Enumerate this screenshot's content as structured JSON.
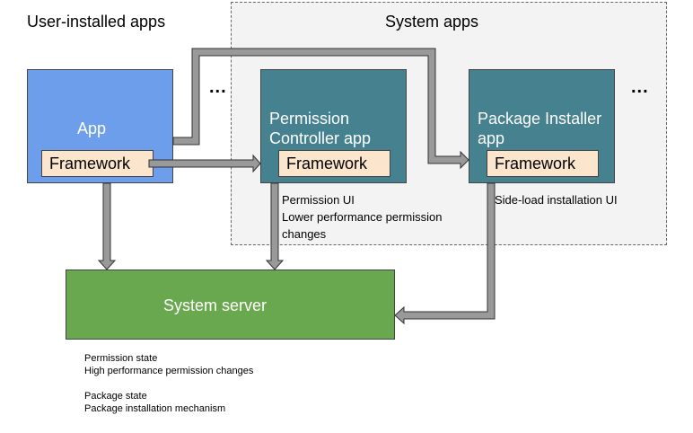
{
  "sections": {
    "user_installed_title": "User-installed apps",
    "system_apps_title": "System apps"
  },
  "boxes": {
    "app_label": "App",
    "permission_controller_label_line1": "Permission",
    "permission_controller_label_line2": "Controller app",
    "package_installer_label_line1": "Package Installer",
    "package_installer_label_line2": "app",
    "system_server_label": "System server"
  },
  "framework_label": "Framework",
  "ellipsis": "...",
  "notes": {
    "permission_ui": "Permission UI",
    "lower_perf_line1": "Lower performance permission",
    "lower_perf_line2": "changes",
    "side_load": "Side-load installation UI",
    "permission_state": "Permission state",
    "high_perf": "High performance permission changes",
    "package_state": "Package state",
    "package_mechanism": "Package installation mechanism"
  },
  "colors": {
    "app_box": "#6d9eeb",
    "system_app_box": "#45818e",
    "system_server_box": "#6aa84f",
    "framework_box": "#fce5cd",
    "arrow": "#999999"
  }
}
